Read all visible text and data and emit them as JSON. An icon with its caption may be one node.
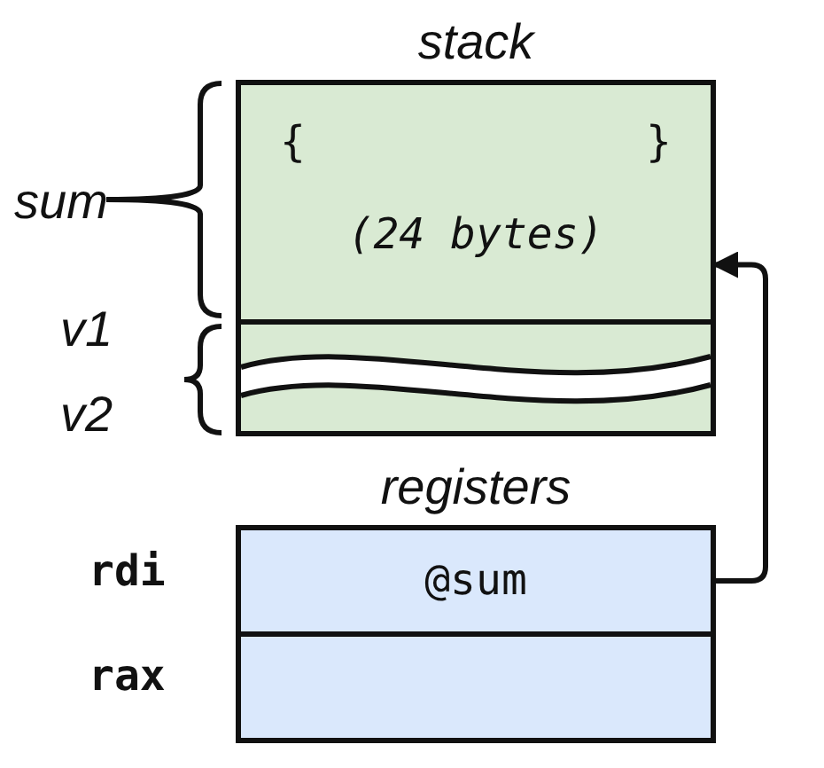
{
  "diagram": {
    "nodes": [
      {
        "text": [
          "stack"
        ]
      },
      {
        "text": [
          "{",
          "}",
          "(24 bytes)"
        ],
        "in": 0,
        "beside": [
          "sum"
        ]
      },
      {
        "text": [],
        "shape": "box",
        "in": 0,
        "beside": [
          "v1",
          "v2"
        ]
      },
      {
        "text": [
          "registers"
        ]
      },
      {
        "text": [
          "@sum"
        ],
        "in": 3,
        "beside": [
          "rdi"
        ]
      },
      {
        "text": [],
        "shape": "box",
        "in": 3,
        "beside": [
          "rax"
        ]
      }
    ],
    "edges": [
      {
        "from": 4,
        "to": 1,
        "arrow": "to"
      }
    ]
  }
}
